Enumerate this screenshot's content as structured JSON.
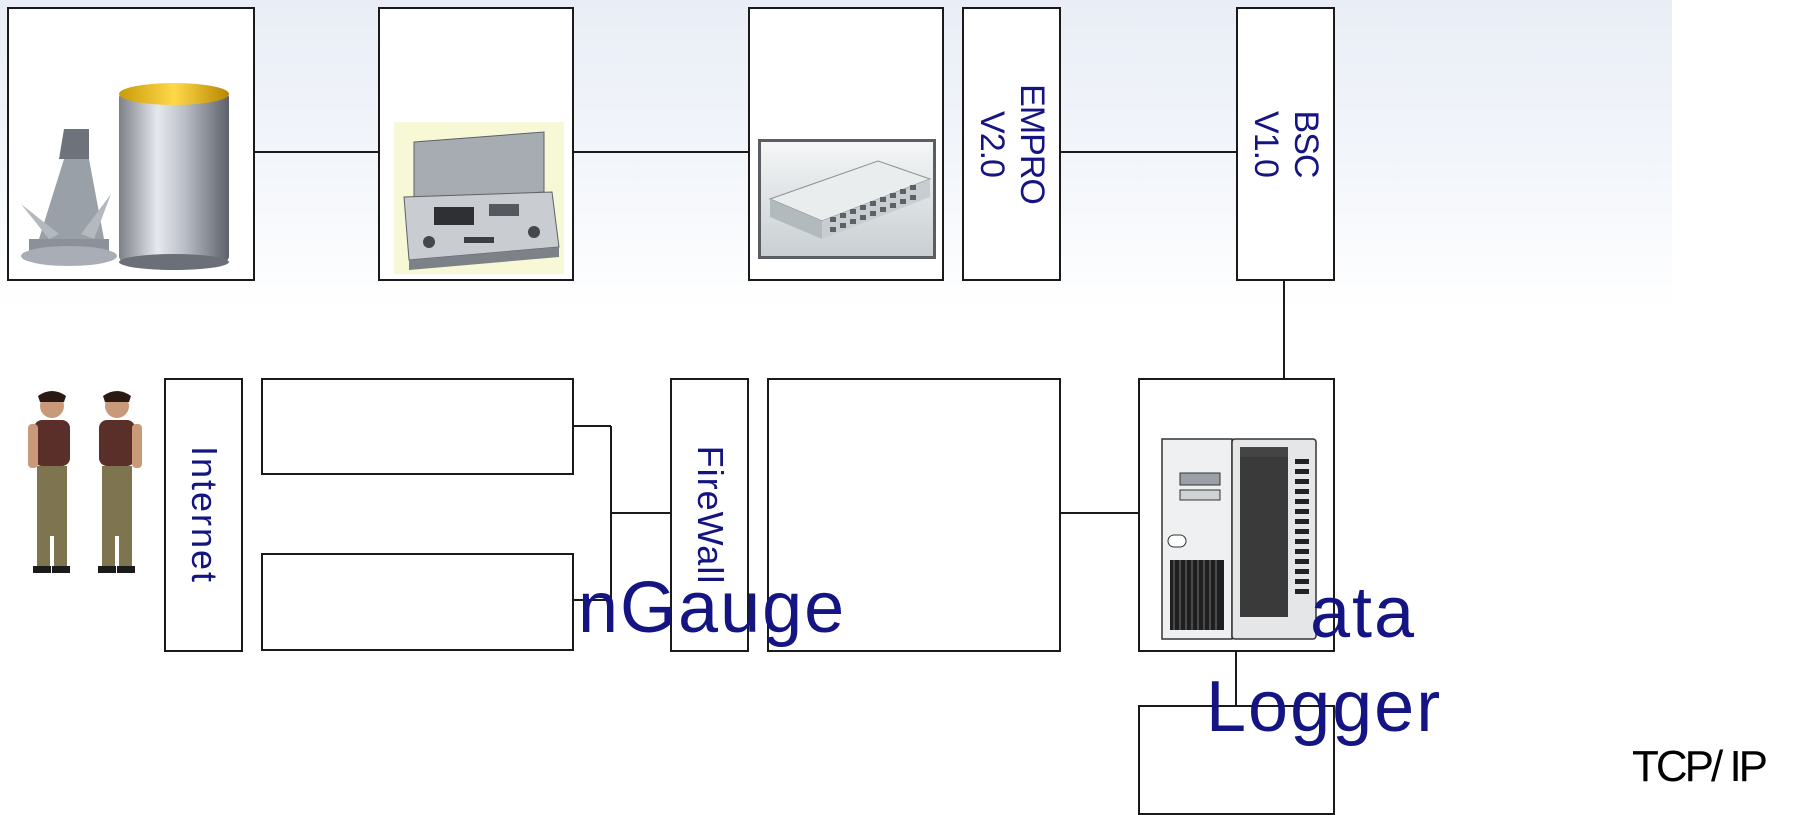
{
  "labels": {
    "empro": "EMPRO V2.0",
    "bsc": "BSC V1.0",
    "internet": "Internet",
    "firewall": "FireWall",
    "rain_gauge": "nGauge",
    "data_logger_1": "ata",
    "data_logger_2": "Logger",
    "tcp_ip": "TCP/ IP"
  },
  "icons": {
    "sensor": "rain-gauge-sensor-icon",
    "case": "field-instrument-case-icon",
    "switch": "network-switch-icon",
    "users": "users-icon",
    "server": "server-tower-icon"
  },
  "colors": {
    "label_text": "#141482",
    "border": "#1a1a1a",
    "line": "#1a1a1a"
  }
}
